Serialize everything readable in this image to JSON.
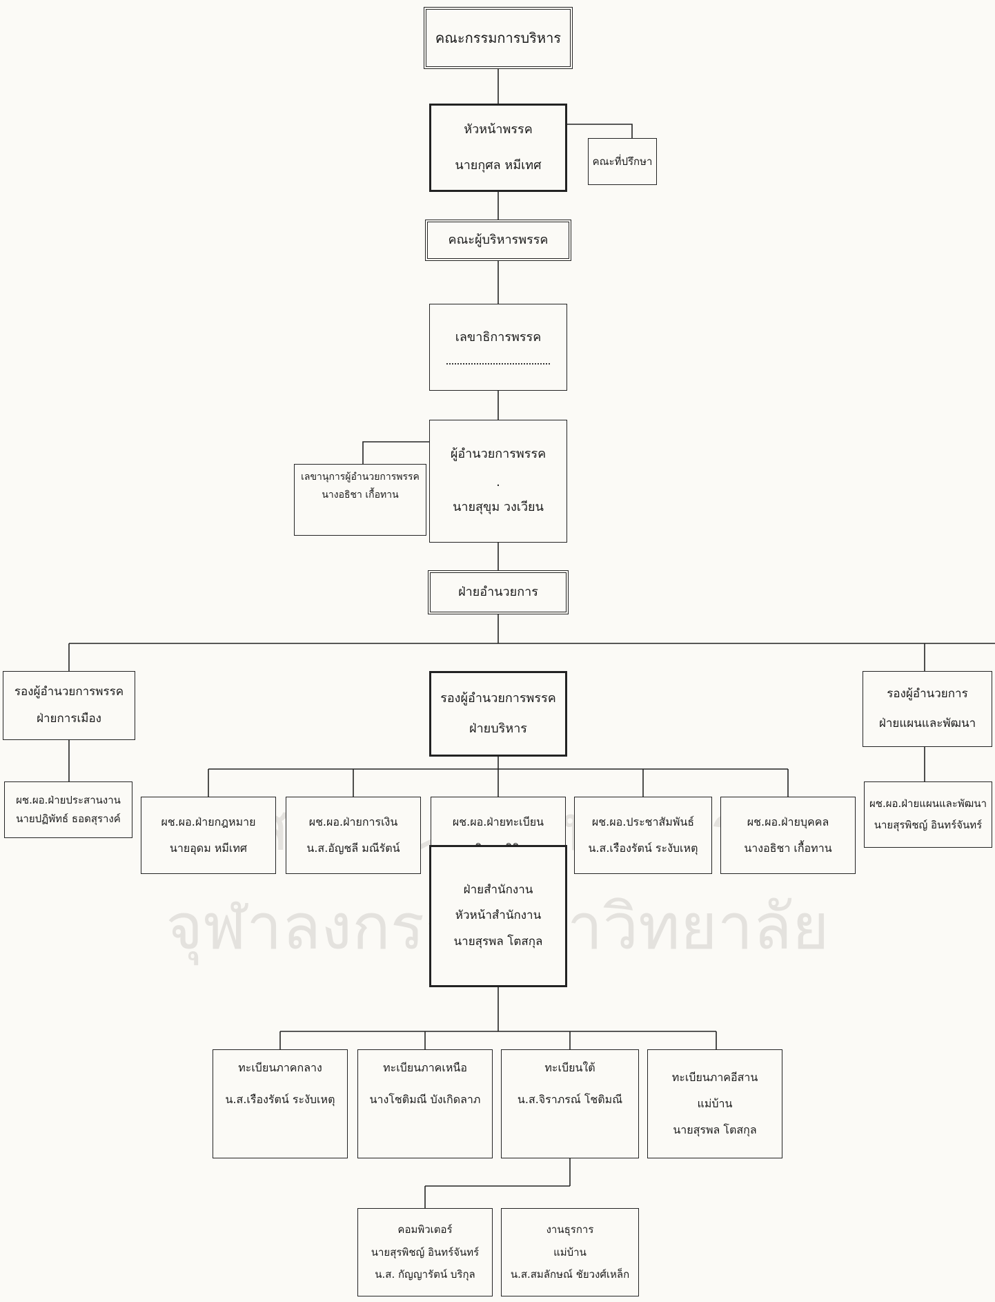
{
  "watermark": {
    "line1": "สถาบันวิทยบริการ",
    "line2": "จุฬาลงกรณ์มหาวิทยาลัย"
  },
  "nodes": {
    "board": "คณะกรรมการบริหาร",
    "leader": {
      "title": "หัวหน้าพรรค",
      "name": "นายกุศล  หมีเทศ"
    },
    "advisors": "คณะที่ปรึกษา",
    "party_executives": "คณะผู้บริหารพรรค",
    "secretary_general": {
      "title": "เลขาธิการพรรค"
    },
    "director": {
      "title": "ผู้อำนวยการพรรค",
      "mark": ".",
      "name": "นายสุขุม  วงเวียน"
    },
    "director_secretary": {
      "title": "เลขานุการผู้อำนวยการพรรค",
      "name": "นางอธิชา  เกื้อทาน"
    },
    "directorate": "ฝ่ายอำนวยการ",
    "deputy_politics": {
      "title": "รองผู้อำนวยการพรรค",
      "unit": "ฝ่ายการเมือง"
    },
    "deputy_admin": {
      "title": "รองผู้อำนวยการพรรค",
      "unit": "ฝ่ายบริหาร"
    },
    "deputy_planning": {
      "title": "รองผู้อำนวยการ",
      "unit": "ฝ่ายแผนและพัฒนา"
    },
    "asst_coordination": {
      "title": "ผช.ผอ.ฝ่ายประสานงาน",
      "name": "นายปฏิพัทธ์  ธอดสุรางค์"
    },
    "asst_legal": {
      "title": "ผช.ผอ.ฝ่ายกฎหมาย",
      "name": "นายอุดม  หมีเทศ"
    },
    "asst_finance": {
      "title": "ผช.ผอ.ฝ่ายการเงิน",
      "name": "น.ส.อัญชลี  มณีรัตน์"
    },
    "asst_registration": {
      "title": "ผช.ผอ.ฝ่ายทะเบียน",
      "name": "นางศิวพร  คินิมาน"
    },
    "asst_pr": {
      "title": "ผช.ผอ.ประชาสัมพันธ์",
      "name": "น.ส.เรืองรัตน์  ระงับเหตุ"
    },
    "asst_personnel": {
      "title": "ผช.ผอ.ฝ่ายบุคคล",
      "name": "นางอธิชา  เกื้อทาน"
    },
    "asst_planning": {
      "title": "ผช.ผอ.ฝ่ายแผนและพัฒนา",
      "name": "นายสุรพิชญ์  อินทร์จันทร์"
    },
    "office": {
      "unit": "ฝ่ายสำนักงาน",
      "title": "หัวหน้าสำนักงาน",
      "name": "นายสุรพล  โตสกุล"
    },
    "reg_central": {
      "title": "ทะเบียนภาคกลาง",
      "name": "น.ส.เรืองรัตน์  ระงับเหตุ"
    },
    "reg_north": {
      "title": "ทะเบียนภาคเหนือ",
      "name": "นางโชติมณี บังเกิดลาภ"
    },
    "reg_south": {
      "title": "ทะเบียนใต้",
      "name": "น.ส.จิราภรณ์ โชติมณี"
    },
    "reg_northeast": {
      "title": "ทะเบียนภาคอีสาน",
      "role": "แม่บ้าน",
      "name": "นายสุรพล  โตสกุล"
    },
    "computer": {
      "title": "คอมพิวเตอร์",
      "name1": "นายสุรพิชญ์  อินทร์จันทร์",
      "name2": "น.ส. กัญญารัตน์  บริกุล"
    },
    "general_affairs": {
      "title": "งานธุรการ",
      "role": "แม่บ้าน",
      "name": "น.ส.สมลักษณ์  ชัยวงศ์เหล็ก"
    }
  }
}
